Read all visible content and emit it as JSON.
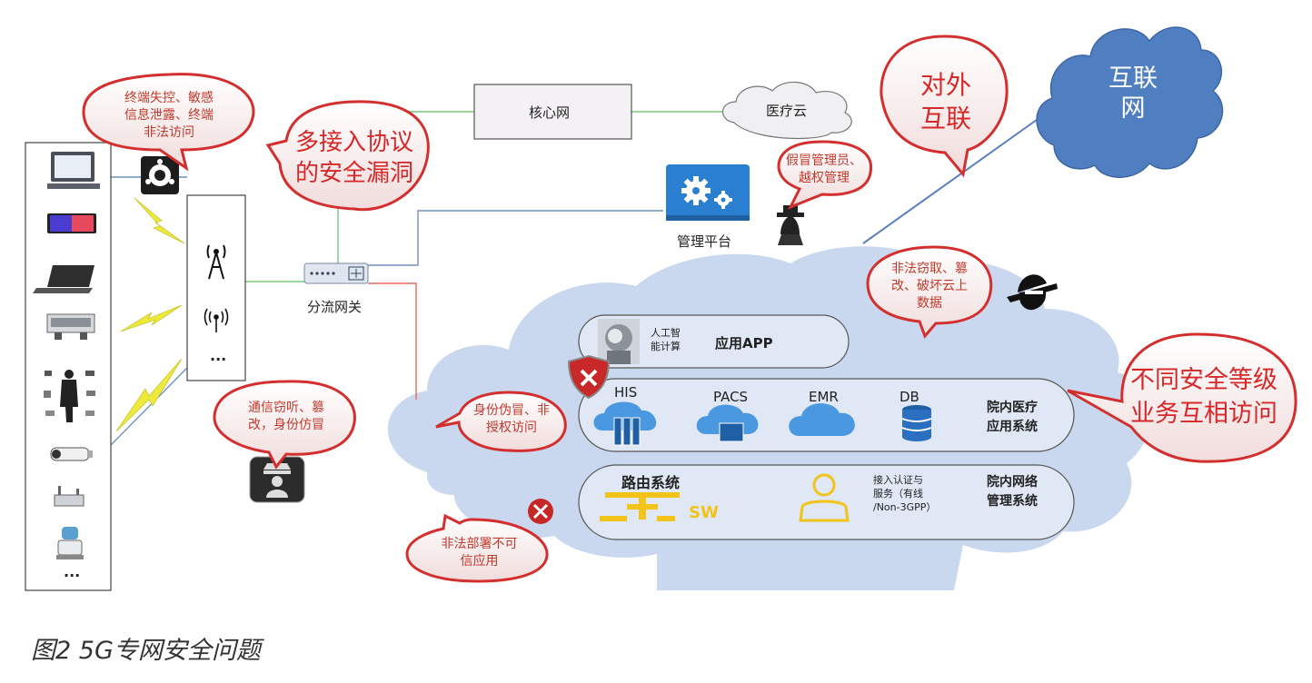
{
  "caption": "图2 5G专网安全问题",
  "core_network": "核心网",
  "medical_cloud": "医疗云",
  "internet": [
    "互联",
    "网"
  ],
  "external_interconnect": [
    "对外",
    "互联"
  ],
  "management_platform": "管理平台",
  "shunt_gateway": "分流网关",
  "base_station_more": "...",
  "terminal_more": "...",
  "ai_label": [
    "人工智",
    "能计算"
  ],
  "app_label": "应用APP",
  "hospital_apps": {
    "items": [
      "HIS",
      "PACS",
      "EMR",
      "DB"
    ],
    "title": [
      "院内医疗",
      "应用系统"
    ]
  },
  "hospital_network": {
    "routing": "路由系统",
    "sw": "SW",
    "access": [
      "接入认证与",
      "服务（有线",
      "/Non-3GPP）"
    ],
    "title": [
      "院内网络",
      "管理系统"
    ]
  },
  "threats": {
    "terminal": [
      "终端失控、敏感",
      "信息泄露、终端",
      "非法访问"
    ],
    "protocol": [
      "多接入协议",
      "的安全漏洞"
    ],
    "admin": [
      "假冒管理员、",
      "越权管理"
    ],
    "cloud": [
      "非法窃取、篡",
      "改、破坏云上",
      "数据"
    ],
    "business": [
      "不同安全等级",
      "业务互相访问"
    ],
    "comm": [
      "通信窃听、篡",
      "改，身份仿冒"
    ],
    "identity": [
      "身份伪冒、非",
      "授权访问"
    ],
    "deploy": [
      "非法部署不可",
      "信应用"
    ]
  },
  "colors": {
    "bubble_stroke": "#d32f2f",
    "bubble_fill": "#f6e2e2",
    "cloud_fill": "#c9d8ee",
    "internet_fill": "#4f7fc1",
    "platform_blue": "#2b7fd0",
    "lightning": "#e6e437",
    "router_yellow": "#f2c318"
  }
}
